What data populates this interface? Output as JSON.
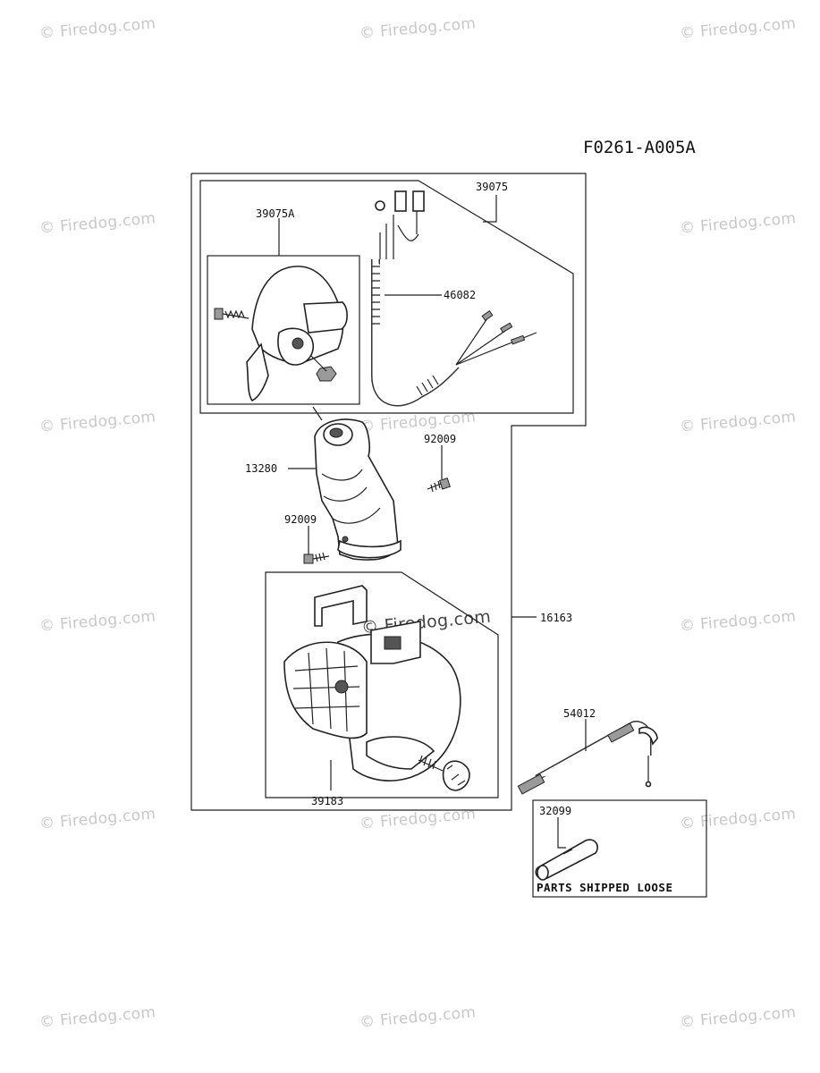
{
  "diagram_id": "F0261-A005A",
  "parts": {
    "p39075": "39075",
    "p39075A": "39075A",
    "p46082": "46082",
    "p92009_upper": "92009",
    "p13280": "13280",
    "p92009_lower": "92009",
    "p16163": "16163",
    "p54012": "54012",
    "p39183": "39183",
    "p32099": "32099"
  },
  "loose_parts_note": "PARTS SHIPPED LOOSE",
  "watermark": "© Firedog.com"
}
